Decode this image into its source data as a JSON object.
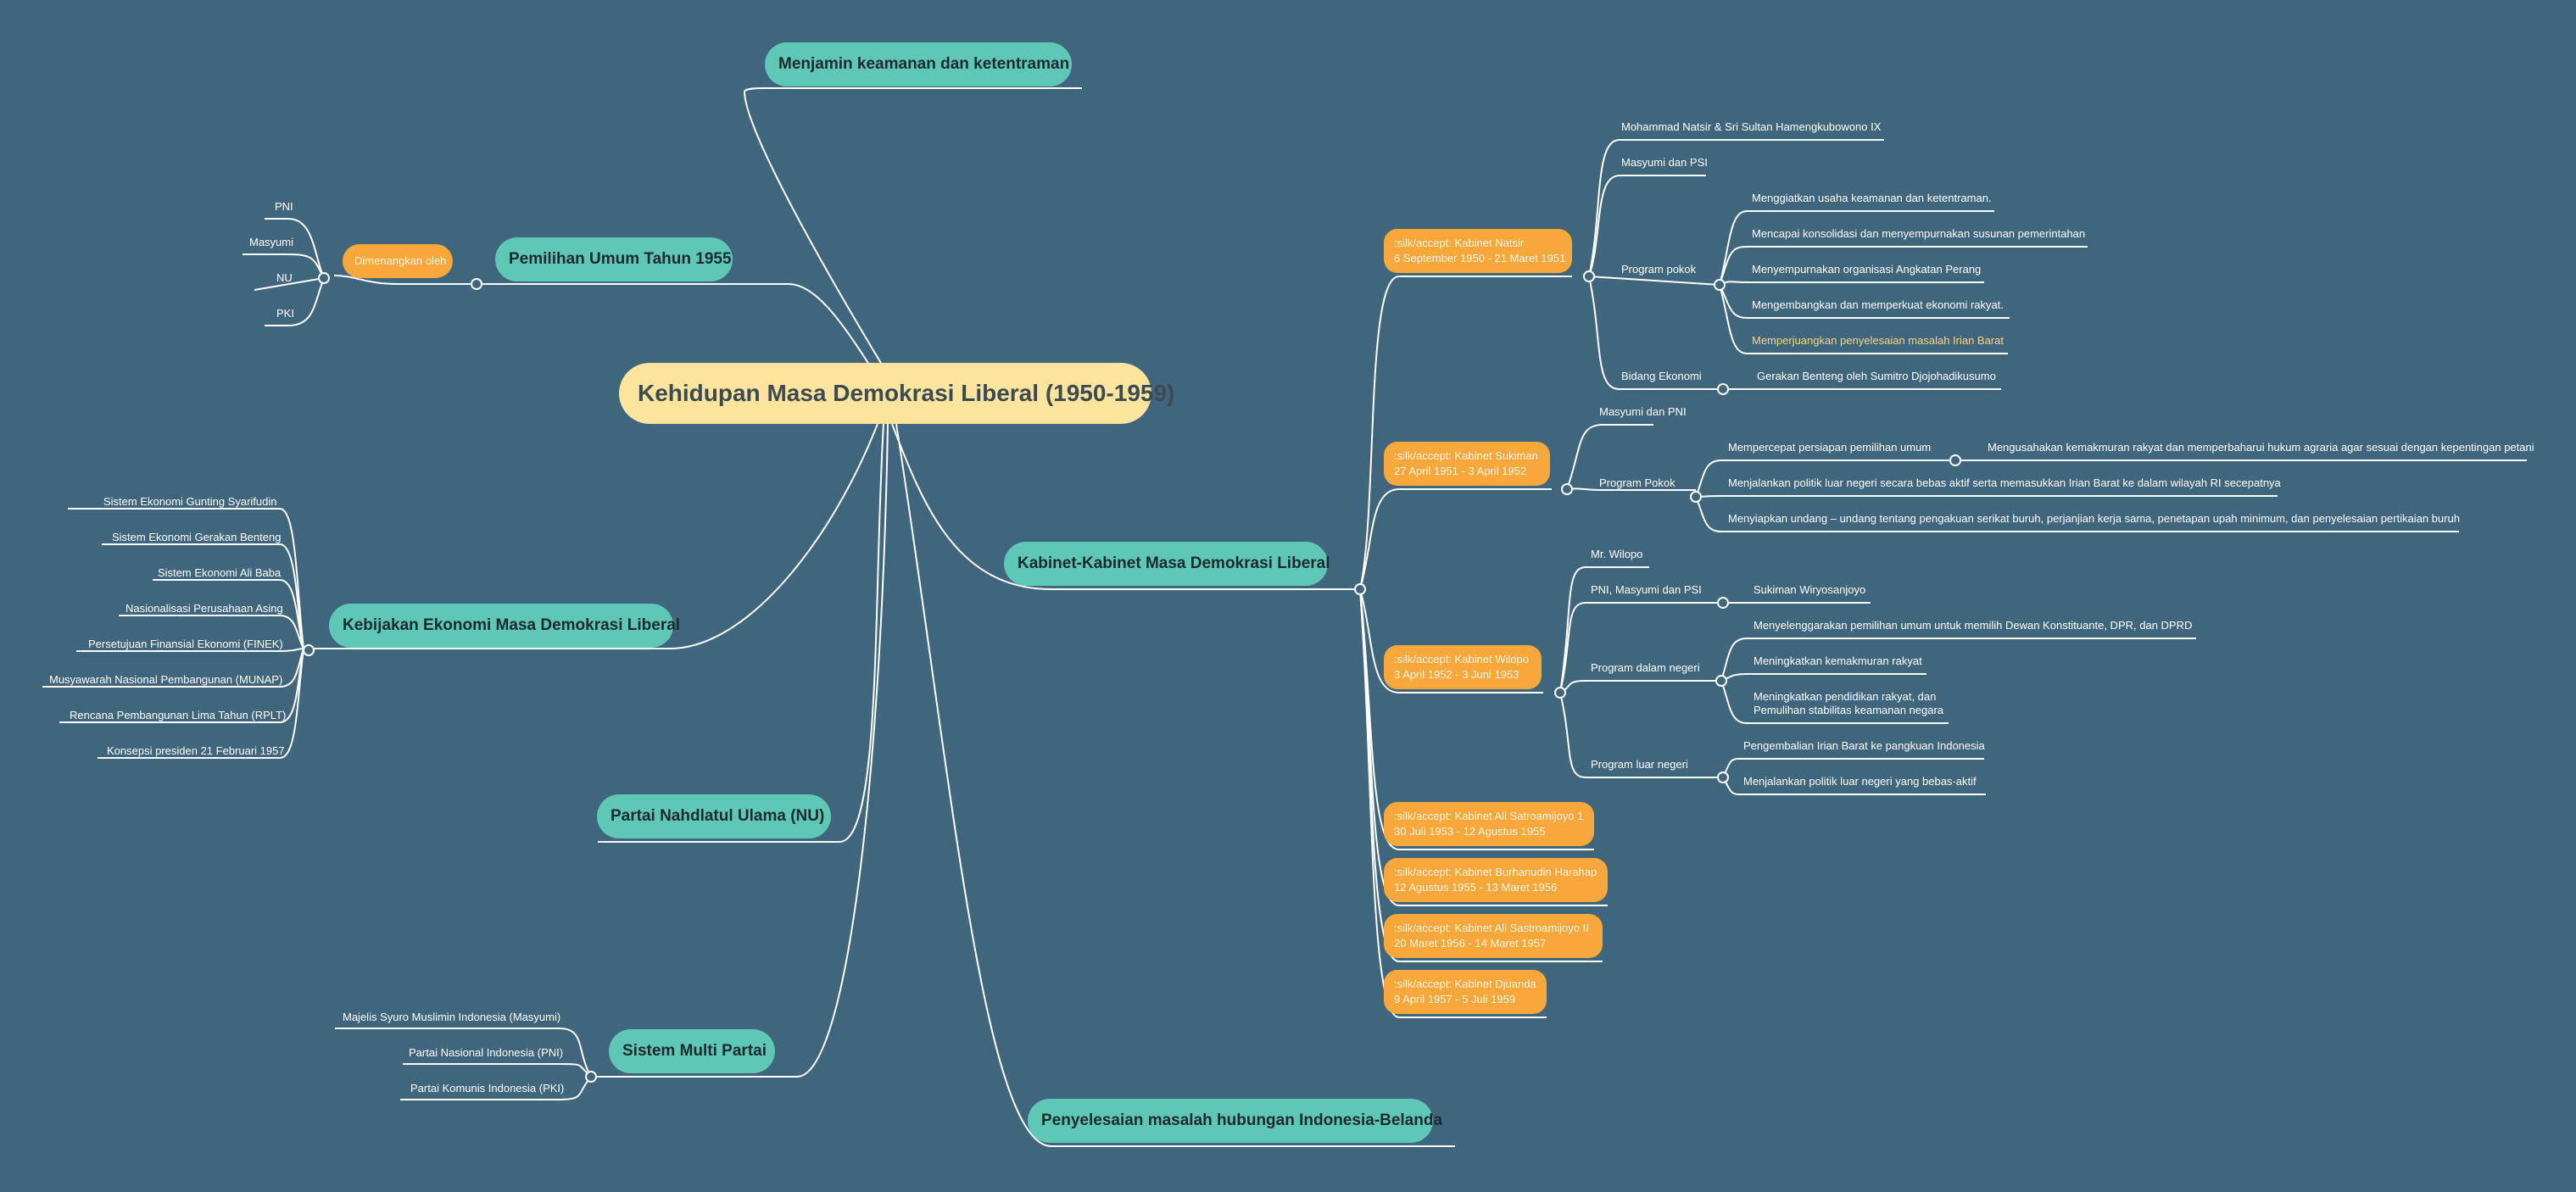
{
  "mindmap": {
    "root": "Kehidupan Masa Demokrasi Liberal (1950-1959)",
    "branches": {
      "keamanan": "Menjamin keamanan dan ketentraman",
      "pemilu": "Pemilihan Umum Tahun 1955",
      "kebijakan": "Kebijakan Ekonomi Masa Demokrasi Liberal",
      "nu": "Partai Nahdlatul Ulama (NU)",
      "multipartai": "Sistem Multi Partai",
      "kabinet": "Kabinet-Kabinet Masa Demokrasi Liberal",
      "belanda": "Penyelesaian masalah hubungan Indonesia-Belanda"
    },
    "pemilu": {
      "winner_label": "Dimenangkan oleh",
      "parties": [
        "PNI",
        "Masyumi",
        "NU",
        "PKI"
      ]
    },
    "kebijakan_items": [
      "Sistem Ekonomi Gunting Syarifudin",
      "Sistem Ekonomi Gerakan Benteng",
      "Sistem Ekonomi Ali Baba",
      "Nasionalisasi Perusahaan Asing",
      "Persetujuan Finansial Ekonomi (FINEK)",
      "Musyawarah Nasional Pembangunan (MUNAP)",
      "Rencana Pembangunan Lima Tahun (RPLT)",
      "Konsepsi presiden 21 Februari 1957"
    ],
    "multipartai_items": [
      "Majelis Syuro Muslimin Indonesia (Masyumi)",
      "Partai Nasional Indonesia (PNI)",
      "Partai Komunis Indonesia (PKI)"
    ],
    "kabinet": {
      "natsir": {
        "label": ":silk/accept: Kabinet Natsir\n6 September 1950 - 21 Maret 1951",
        "tokoh": "Mohammad Natsir & Sri Sultan Hamengkubowono IX",
        "partai": "Masyumi dan PSI",
        "program_label": "Program pokok",
        "program": [
          "Menggiatkan usaha keamanan dan ketentraman.",
          "Mencapai konsolidasi dan menyempurnakan susunan pemerintahan",
          "Menyempurnakan organisasi Angkatan Perang",
          "Mengembangkan dan memperkuat ekonomi rakyat.",
          "Memperjuangkan penyelesaian masalah Irian Barat"
        ],
        "ekonomi_label": "Bidang Ekonomi",
        "ekonomi": "Gerakan Benteng oleh Sumitro Djojohadikusumo"
      },
      "sukiman": {
        "label": ":silk/accept: Kabinet Sukiman\n27 April 1951 - 3 April 1952",
        "partai": "Masyumi dan PNI",
        "program_label": "Program Pokok",
        "program": [
          "Mempercepat persiapan pemilihan umum",
          "Menjalankan politik luar negeri secara bebas aktif serta memasukkan Irian Barat ke dalam wilayah RI secepatnya",
          "Menyiapkan undang – undang tentang pengakuan serikat buruh, perjanjian kerja sama, penetapan upah minimum, dan penyelesaian pertikaian buruh"
        ],
        "sub": "Mengusahakan kemakmuran rakyat dan memperbaharui hukum agraria agar sesuai dengan kepentingan petani"
      },
      "wilopo": {
        "label": ":silk/accept: Kabinet Wilopo\n3 April 1952 - 3 Juni 1953",
        "tokoh": "Mr. Wilopo",
        "partai": "PNI, Masyumi dan PSI",
        "partai_sub": "Sukiman Wiryosanjoyo",
        "dalam_label": "Program dalam negeri",
        "dalam": [
          "Menyelenggarakan pemilihan umum untuk memilih Dewan Konstituante, DPR, dan DPRD",
          "Meningkatkan kemakmuran rakyat",
          "Meningkatkan pendidikan rakyat, dan\nPemulihan stabilitas keamanan negara"
        ],
        "luar_label": "Program luar negeri",
        "luar": [
          "Pengembalian Irian Barat ke pangkuan Indonesia",
          "Menjalankan politik luar negeri yang bebas-aktif"
        ]
      },
      "others": [
        ":silk/accept: Kabinet Ali Satroamijoyo 1\n30 Juli 1953 - 12 Agustus 1955",
        ":silk/accept: Kabinet Burhanudin Harahap\n12 Agustus 1955 - 13 Maret 1956",
        ":silk/accept: Kabinet Ali Sastroamijoyo II\n20 Maret 1956 - 14 Maret 1957",
        ":silk/accept: Kabinet Djuanda\n9 April 1957 - 5 Juli 1959"
      ]
    }
  },
  "colors": {
    "background": "#40667d",
    "root": "#fde49c",
    "main": "#5ec7b6",
    "cabinet": "#f8a73a",
    "line": "#ffffff",
    "highlight": "#f7d67f"
  }
}
